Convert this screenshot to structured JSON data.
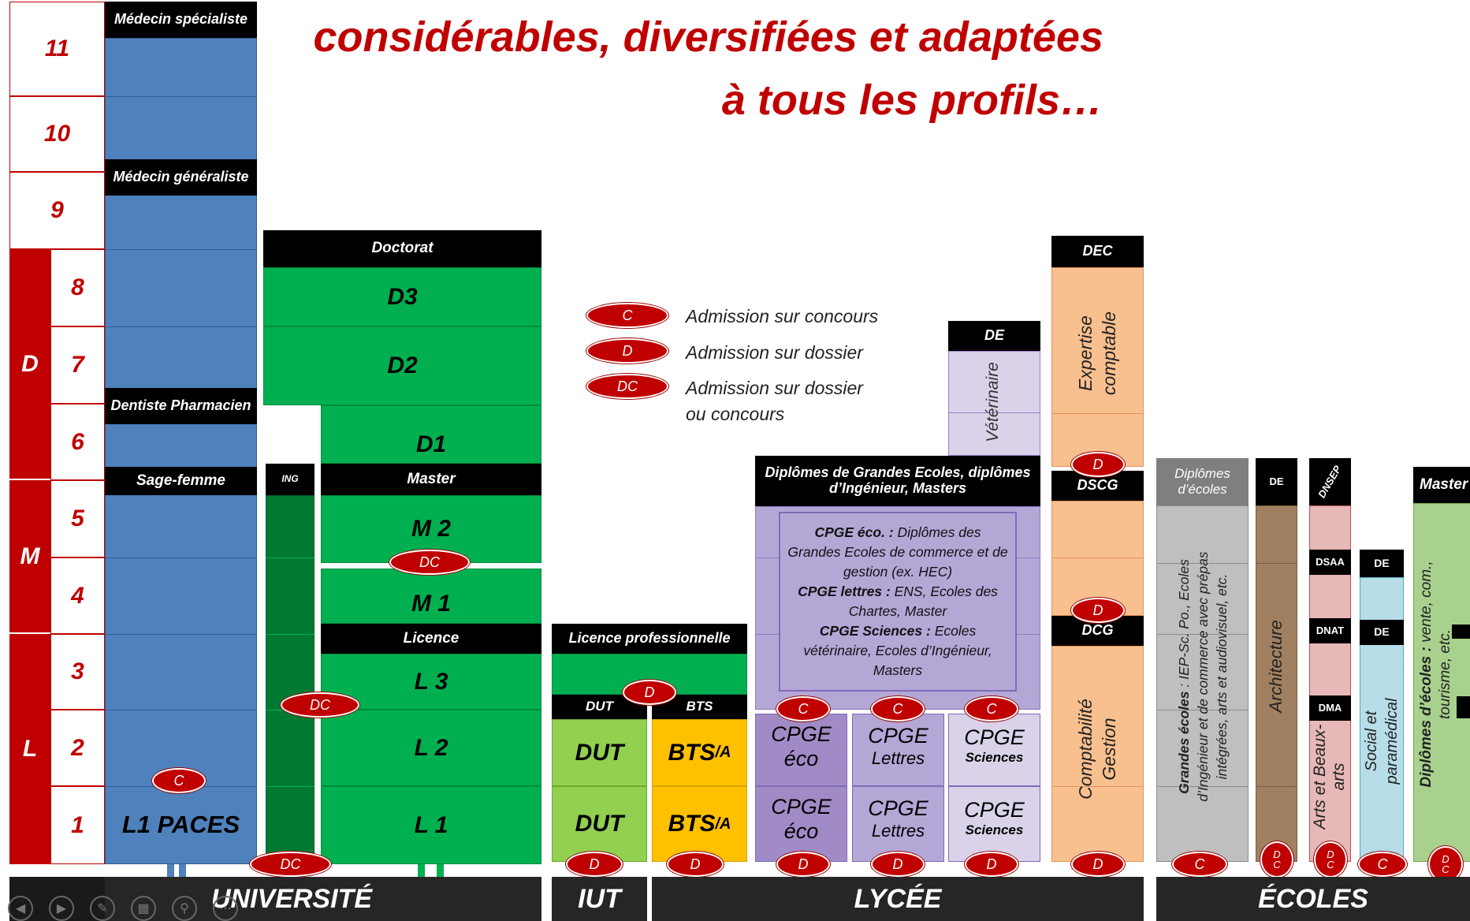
{
  "title": {
    "line1": "considérables, diversifiées et adaptées",
    "line2": "à tous les profils…"
  },
  "years": {
    "y11": "11",
    "y10": "10",
    "y9": "9",
    "y8": "8",
    "y7": "7",
    "y6": "6",
    "y5": "5",
    "y4": "4",
    "y3": "3",
    "y2": "2",
    "y1": "1",
    "cycle_d": "D",
    "cycle_m": "M",
    "cycle_l": "L"
  },
  "medicine": {
    "specialist": "Médecin spécialiste",
    "general": "Médecin généraliste",
    "dentist": "Dentiste Pharmacien",
    "midwife": "Sage-femme",
    "paces": "L1 PACES"
  },
  "university": {
    "ing": "ING",
    "doctorat": "Doctorat",
    "d3": "D3",
    "d2": "D2",
    "d1": "D1",
    "master": "Master",
    "m2": "M 2",
    "m1": "M 1",
    "licence": "Licence",
    "l3": "L 3",
    "l2": "L 2",
    "l1": "L 1"
  },
  "iut": {
    "licence_pro": "Licence professionnelle",
    "dut_header": "DUT",
    "bts_header": "BTS",
    "dut2": "DUT",
    "dut1": "DUT",
    "bts2": "BTS",
    "bts1": "BTS",
    "bts_suffix": "/A"
  },
  "legend": {
    "concours_badge": "C",
    "concours": "Admission sur concours",
    "dossier_badge": "D",
    "dossier": "Admission sur dossier",
    "mixed_badge": "DC",
    "mixed_line1": "Admission sur dossier",
    "mixed_line2": "ou concours"
  },
  "veterinaire": {
    "header": "DE",
    "label": "Vétérinaire"
  },
  "cpge": {
    "header": "Diplômes de Grandes Ecoles, diplômes d’Ingénieur, Masters",
    "eco_bold": "CPGE éco. :",
    "eco_text": " Diplômes des Grandes Ecoles de commerce et de gestion (ex. HEC)",
    "lettres_bold": "CPGE lettres :",
    "lettres_text": " ENS, Ecoles des Chartes, Master",
    "sciences_bold": "CPGE Sciences :",
    "sciences_text": " Ecoles vétérinaire, Ecoles d’Ingénieur, Masters",
    "eco_l1": "CPGE",
    "eco_l2": "éco",
    "lettres_l1": "CPGE",
    "lettres_l2": "Lettres",
    "sciences_l1": "CPGE",
    "sciences_l2": "Sciences"
  },
  "accounting": {
    "dec": "DEC",
    "expertise": "Expertise comptable",
    "dscg": "DSCG",
    "dcg": "DCG",
    "comptabilite": "Comptabilité Gestion"
  },
  "schools": {
    "diplomes_header": "Diplômes d’écoles",
    "grandes_bold": "Grandes écoles",
    "grandes_text": " : IEP-Sc. Po., Ecoles d’Ingénieur et de commerce avec prépas intégrées, arts et audiovisuel, etc.",
    "archi_header": "DE",
    "architecture": "Architecture",
    "dnsep": "DNSEP",
    "dsaa": "DSAA",
    "dnat": "DNAT",
    "dma": "DMA",
    "arts": "Arts et Beaux-arts",
    "social_header": "DE",
    "social_header2": "DE",
    "social": "Social et paramédical",
    "master_header": "Master",
    "diplomes_bold": "Diplômes d’écoles :",
    "diplomes_text": " vente, com., tourisme, etc."
  },
  "badges": {
    "C": "C",
    "D": "D",
    "DC": "DC",
    "Dstack": "D",
    "Cstack": "C"
  },
  "footer": {
    "universite": "UNIVERSITÉ",
    "iut": "IUT",
    "lycee": "LYCÉE",
    "ecoles": "ÉCOLES"
  },
  "controls": [
    "prev-icon",
    "next-icon",
    "pen-icon",
    "slides-icon",
    "zoom-icon",
    "more-icon"
  ],
  "colors": {
    "red": "#c00000",
    "medicine_blue": "#4f81bd",
    "uni_green": "#00b050",
    "ing_green": "#007a33",
    "dut_green": "#92d050",
    "bts_yellow": "#ffc000",
    "cpge_purple": "#b4a7d6",
    "cpge_box": "#9f8fc7",
    "accounting_orange": "#f8bf8f",
    "grey": "#bfbfbf",
    "brown": "#a08060",
    "pink": "#e6b8b7",
    "light_blue": "#b7dde8",
    "light_green": "#a9d18e"
  }
}
